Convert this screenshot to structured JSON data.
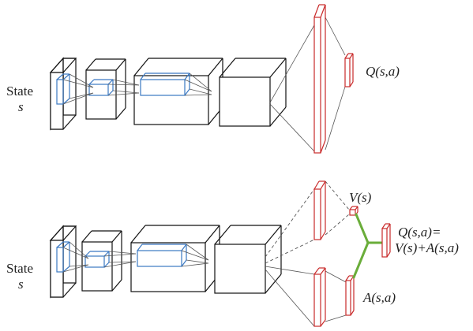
{
  "colors": {
    "outline": "#111111",
    "conv_filter": "#3a78c2",
    "fc_layer": "#c92a2a",
    "aggregator": "#6aad3a",
    "connector": "#555555"
  },
  "top_network": {
    "input_label": "State",
    "input_symbol": "s",
    "output_label": "Q(s,a)"
  },
  "bottom_network": {
    "input_label": "State",
    "input_symbol": "s",
    "value_label": "V(s)",
    "advantage_label": "A(s,a)",
    "output_line1": "Q(s,a)=",
    "output_line2": "V(s)+A(s,a)"
  }
}
